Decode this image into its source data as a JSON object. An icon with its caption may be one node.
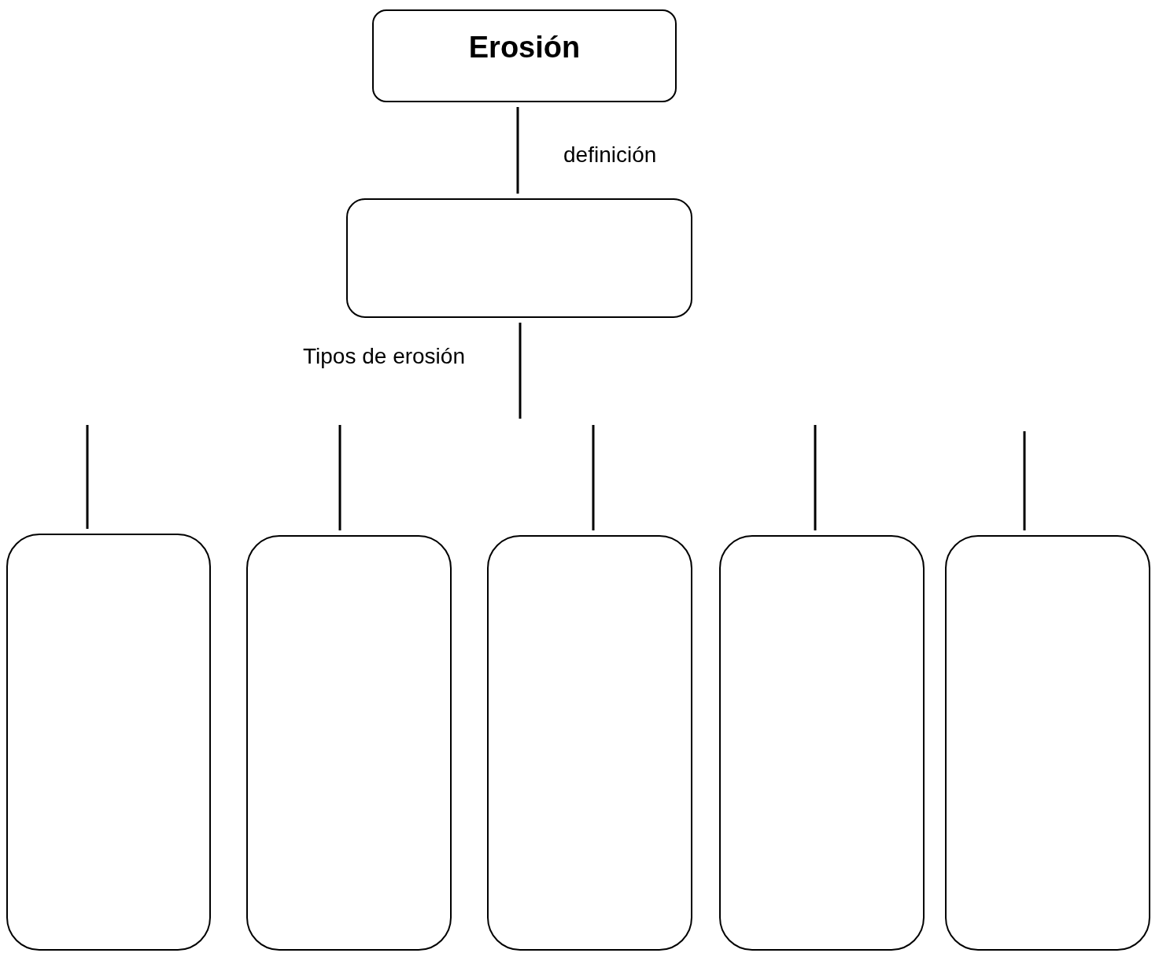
{
  "diagram": {
    "nodes": [
      {
        "text": [
          "Erosión"
        ]
      },
      {
        "text": [],
        "shape": "box"
      },
      {
        "text": [],
        "shape": "box"
      },
      {
        "text": [],
        "shape": "box"
      },
      {
        "text": [],
        "shape": "box"
      },
      {
        "text": [],
        "shape": "box"
      },
      {
        "text": [],
        "shape": "box"
      }
    ],
    "edges": [
      {
        "from": 0,
        "to": 1,
        "arrow": "none",
        "label": "definición"
      },
      {
        "from": 1,
        "to": null,
        "arrow": "none",
        "label": "Tipos de erosión"
      },
      {
        "from": null,
        "to": 2,
        "arrow": "none"
      },
      {
        "from": null,
        "to": 3,
        "arrow": "none"
      },
      {
        "from": null,
        "to": 4,
        "arrow": "none"
      },
      {
        "from": null,
        "to": 5,
        "arrow": "none"
      },
      {
        "from": null,
        "to": 6,
        "arrow": "none"
      }
    ]
  }
}
